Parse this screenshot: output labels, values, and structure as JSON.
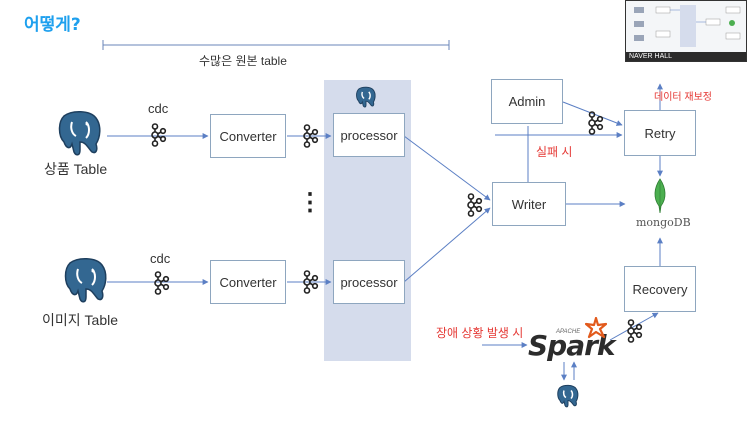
{
  "title": "어떻게?",
  "bracket_label": "수많은 원본 table",
  "sources": [
    {
      "label": "상품 Table",
      "cdc": "cdc"
    },
    {
      "label": "이미지 Table",
      "cdc": "cdc"
    }
  ],
  "converter_label": "Converter",
  "processor_label": "processor",
  "ellipsis": "⋮",
  "writer_label": "Writer",
  "admin_label": "Admin",
  "retry_label": "Retry",
  "recovery_label": "Recovery",
  "failure_label": "실패 시",
  "republish_label": "데이터 재보정",
  "incident_label": "장애 상황 발생 시",
  "mongo_label": "mongoDB",
  "spark": {
    "apache": "APACHE",
    "name": "Spark"
  },
  "thumbnail": {
    "bar_text": "NAVER HALL"
  },
  "colors": {
    "title": "#1ea0ee",
    "arrow": "#5b7fc4",
    "alert": "#e53935",
    "panel": "#d5dcec",
    "pg_blue": "#336791",
    "mongo_green": "#4caf50",
    "spark_orange": "#e25a1c"
  }
}
